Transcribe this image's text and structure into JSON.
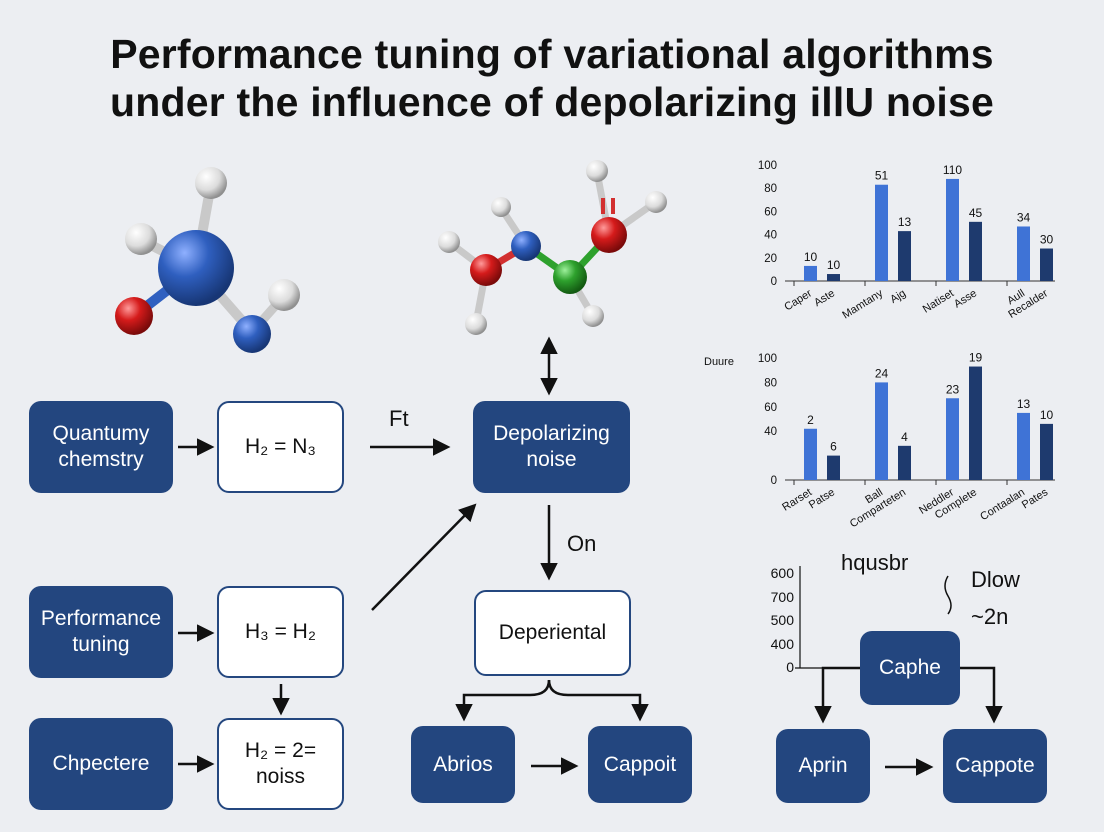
{
  "title": {
    "line1": "Performance tuning of variational algorithms",
    "line2": "under the influence of depolarizing illU noise"
  },
  "flow": {
    "quantum_chemistry": "Quantumy chemstry",
    "eq1": "H₂ = N₃",
    "arrow_label_ft": "Ft",
    "depolarizing_noise": "Depolarizing noise",
    "performance_tuning": "Performance tuning",
    "eq2": "H₃ = H₂",
    "on_label": "On",
    "deperiental": "Deperiental",
    "chpectere": "Chpectere",
    "eq3": "H₂ = 2= noiss",
    "abrios": "Abrios",
    "cappoit": "Cappoit"
  },
  "right_flow": {
    "top_label": "hqusbr",
    "side_label_1": "Dlow",
    "side_label_2": "~2n",
    "caphe": "Caphe",
    "aprin": "Aprin",
    "cappote": "Cappote",
    "axis_ticks": [
      "600",
      "700",
      "500",
      "400",
      "0"
    ]
  },
  "colors": {
    "dark_box": "#23467f",
    "bar_light": "#3f73d6",
    "bar_dark": "#1e3a6e"
  },
  "chart_data": [
    {
      "type": "bar",
      "ylim": [
        0,
        100
      ],
      "yticks": [
        0,
        20,
        40,
        60,
        80,
        100
      ],
      "groups": [
        {
          "labels": [
            "Caper",
            "Aste"
          ],
          "values": [
            13,
            6
          ],
          "data_labels": [
            "10",
            "10"
          ]
        },
        {
          "labels": [
            "Mamtany",
            "Ajg"
          ],
          "values": [
            83,
            43
          ],
          "data_labels": [
            "51",
            "13"
          ]
        },
        {
          "labels": [
            "Natiset",
            "Asse"
          ],
          "values": [
            88,
            51
          ],
          "data_labels": [
            "110",
            "45"
          ]
        },
        {
          "labels": [
            "Aull",
            "Recalder"
          ],
          "values": [
            47,
            28
          ],
          "data_labels": [
            "34",
            "30"
          ]
        }
      ]
    },
    {
      "type": "bar",
      "side_label": "Duure",
      "ylim": [
        0,
        100
      ],
      "yticks": [
        0,
        40,
        60,
        80,
        100
      ],
      "groups": [
        {
          "labels": [
            "Rarset",
            "Patse"
          ],
          "values": [
            42,
            20
          ],
          "data_labels": [
            "2",
            "6"
          ]
        },
        {
          "labels": [
            "Ball",
            "Comparteten"
          ],
          "values": [
            80,
            28
          ],
          "data_labels": [
            "24",
            "4"
          ]
        },
        {
          "labels": [
            "Neddler",
            "Complete"
          ],
          "values": [
            67,
            93
          ],
          "data_labels": [
            "23",
            "19"
          ]
        },
        {
          "labels": [
            "Contaalan",
            "Pates"
          ],
          "values": [
            55,
            46
          ],
          "data_labels": [
            "13",
            "10"
          ]
        }
      ]
    }
  ]
}
